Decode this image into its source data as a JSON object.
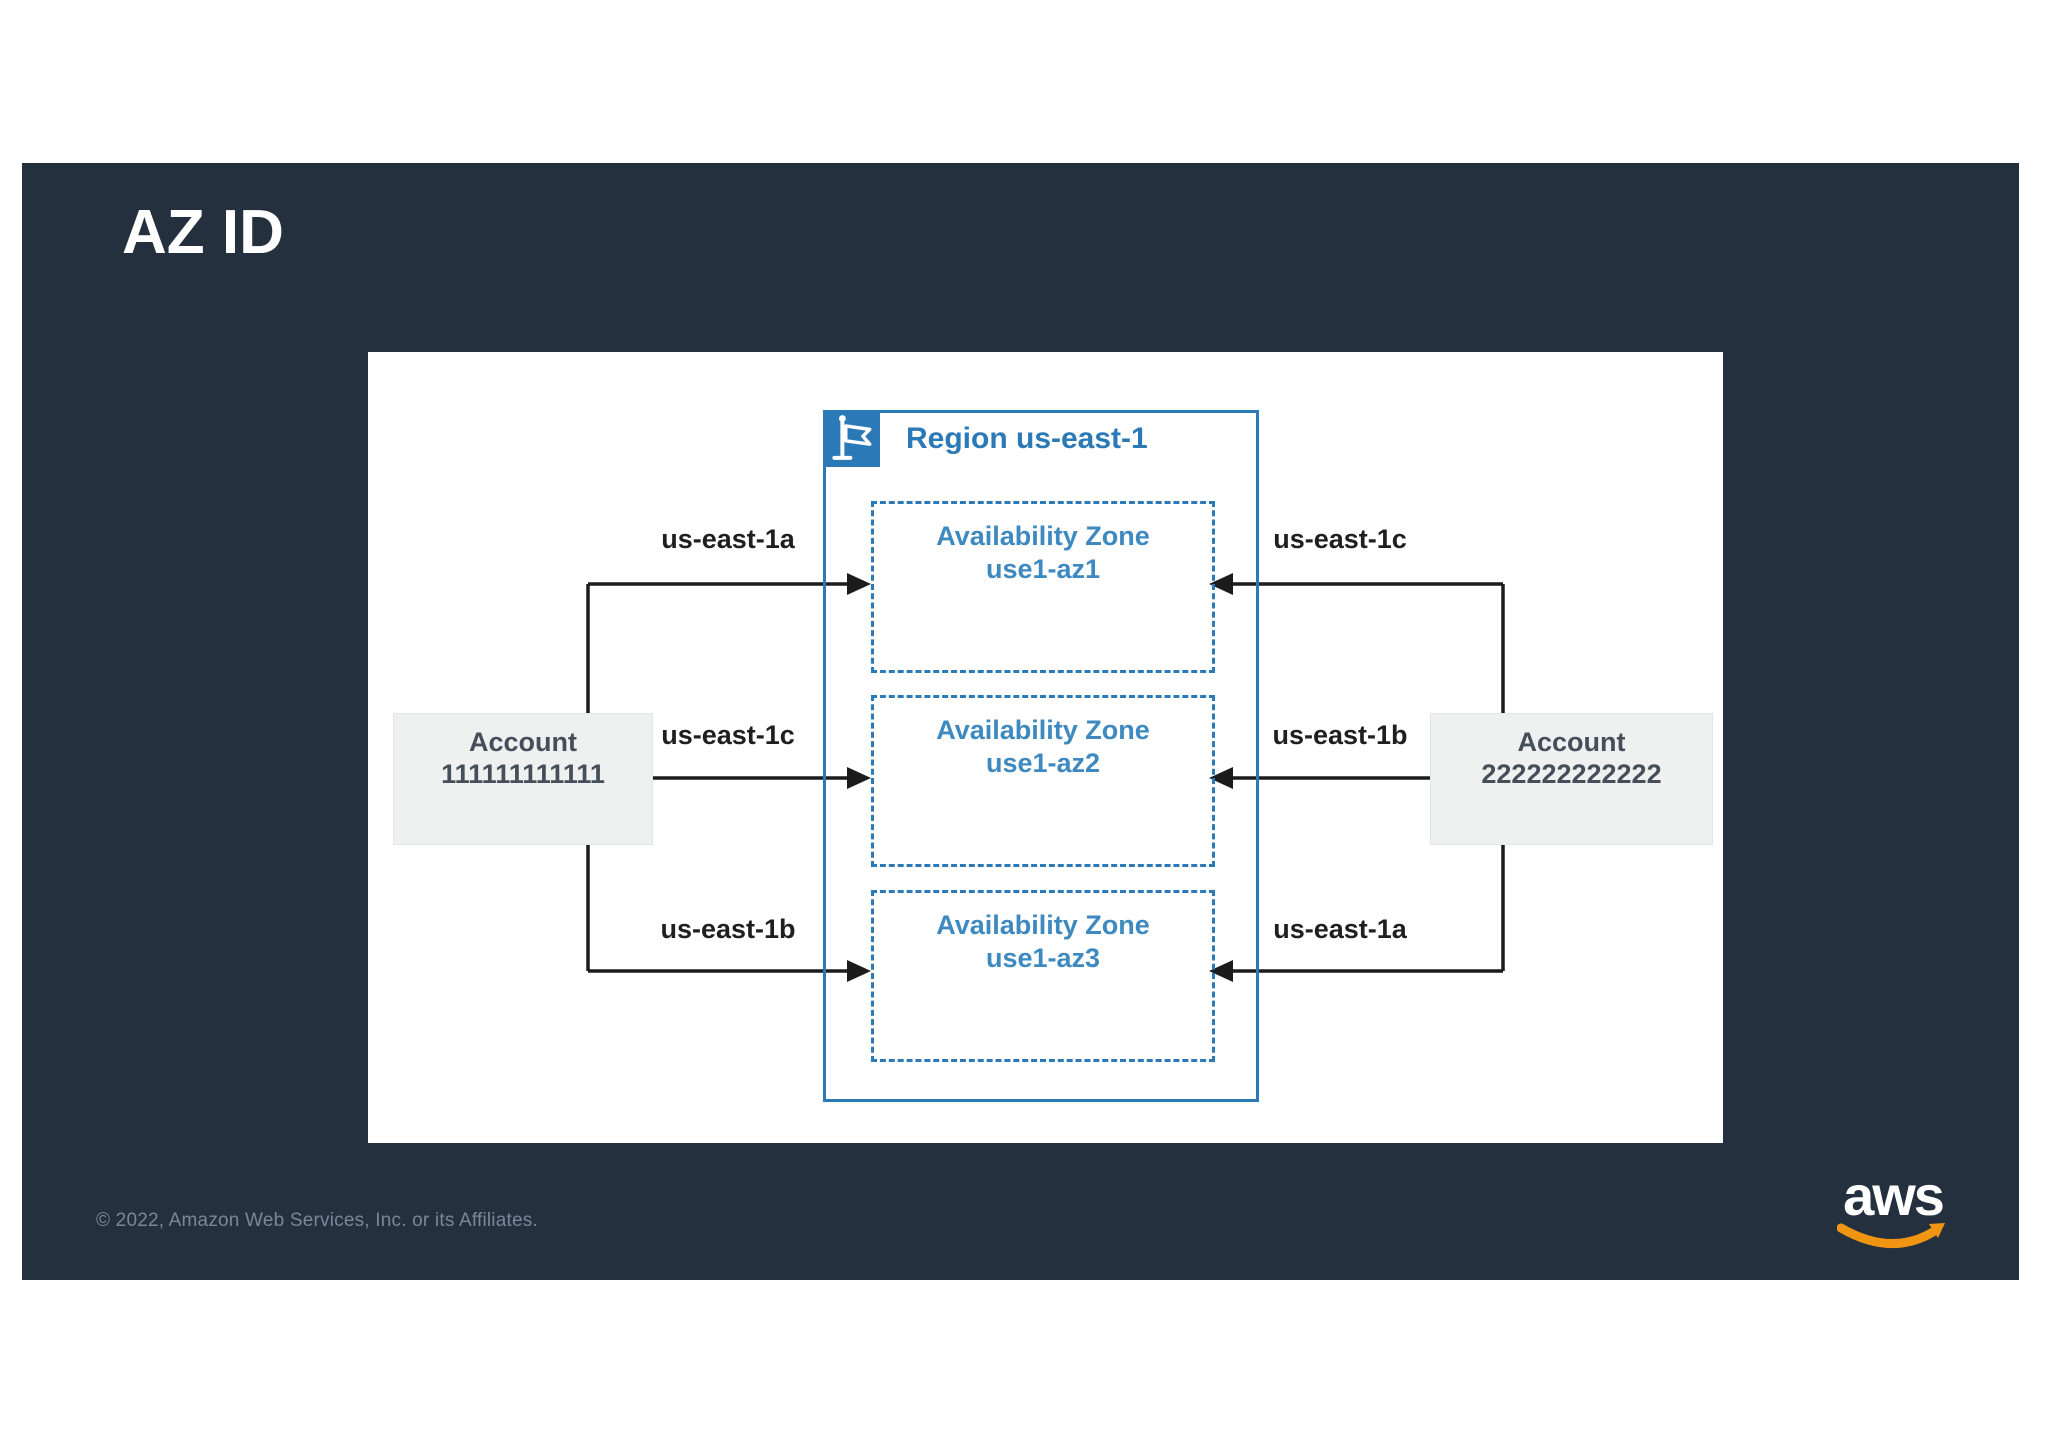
{
  "slide": {
    "title": "AZ ID",
    "footer": {
      "copyright": "© 2022, Amazon Web Services, Inc. or its Affiliates."
    },
    "logo": {
      "brand": "aws"
    }
  },
  "diagram": {
    "region": {
      "label": "Region us-east-1",
      "icon": "flag-icon",
      "availability_zones": [
        {
          "line1": "Availability Zone",
          "line2": "use1-az1"
        },
        {
          "line1": "Availability Zone",
          "line2": "use1-az2"
        },
        {
          "line1": "Availability Zone",
          "line2": "use1-az3"
        }
      ]
    },
    "accounts": [
      {
        "side": "left",
        "line1": "Account",
        "line2": "111111111111",
        "az_name_mappings": [
          "us-east-1a",
          "us-east-1c",
          "us-east-1b"
        ]
      },
      {
        "side": "right",
        "line1": "Account",
        "line2": "222222222222",
        "az_name_mappings": [
          "us-east-1c",
          "us-east-1b",
          "us-east-1a"
        ]
      }
    ],
    "edge_labels": {
      "left": [
        "us-east-1a",
        "us-east-1c",
        "us-east-1b"
      ],
      "right": [
        "us-east-1c",
        "us-east-1b",
        "us-east-1a"
      ]
    },
    "colors": {
      "slide_bg": "#25303E",
      "diagram_blue": "#2B79B6",
      "az_text_blue": "#3D89C0",
      "account_bg": "#EFF1F1",
      "account_text": "#454E59",
      "line_black": "#1C1C1C",
      "footer_text": "#7C8697",
      "aws_orange": "#F09511"
    }
  }
}
